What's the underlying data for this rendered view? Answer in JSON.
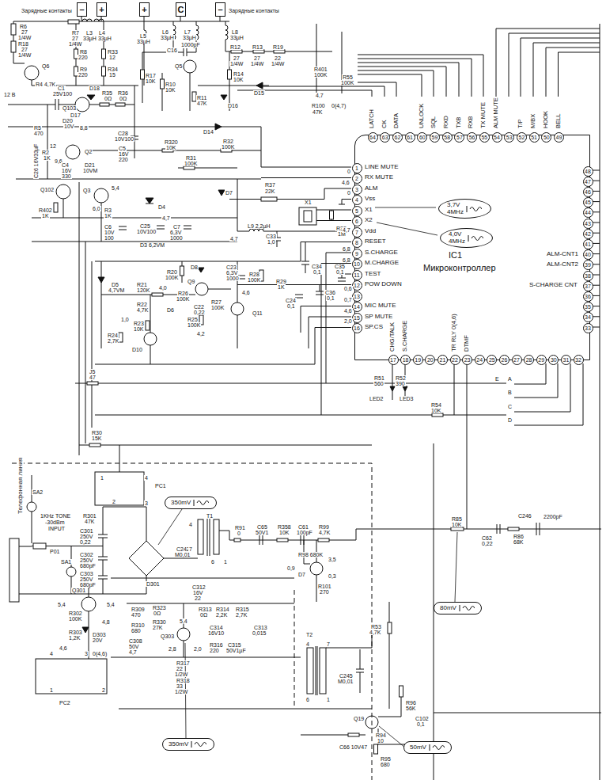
{
  "diagram": {
    "nodes": [
      {
        "text": [
          "–"
        ]
      },
      {
        "text": [
          "+"
        ]
      },
      {
        "text": [
          "+"
        ]
      },
      {
        "text": [
          "C"
        ]
      },
      {
        "text": [
          "–"
        ]
      },
      {
        "text": [
          "IC1",
          "Микроконтроллер"
        ]
      },
      {
        "text": [
          "3,7V",
          "4MHz"
        ],
        "in": 5
      },
      {
        "text": [
          "4,0V",
          "4MHz"
        ],
        "in": 5
      },
      {
        "text": [
          "1"
        ],
        "in": 5
      },
      {
        "text": [
          "2"
        ],
        "in": 5
      },
      {
        "text": [
          "3"
        ],
        "in": 5
      },
      {
        "text": [
          "4"
        ],
        "in": 5
      },
      {
        "text": [
          "5"
        ],
        "in": 5
      },
      {
        "text": [
          "6"
        ],
        "in": 5
      },
      {
        "text": [
          "7"
        ],
        "in": 5
      },
      {
        "text": [
          "8"
        ],
        "in": 5
      },
      {
        "text": [
          "9"
        ],
        "in": 5
      },
      {
        "text": [
          "10"
        ],
        "in": 5
      },
      {
        "text": [
          "11"
        ],
        "in": 5
      },
      {
        "text": [
          "12"
        ],
        "in": 5
      },
      {
        "text": [
          "13"
        ],
        "in": 5
      },
      {
        "text": [
          "14"
        ],
        "in": 5
      },
      {
        "text": [
          "15"
        ],
        "in": 5
      },
      {
        "text": [
          "16"
        ],
        "in": 5
      },
      {
        "text": [
          "17"
        ],
        "in": 5
      },
      {
        "text": [
          "18"
        ],
        "in": 5
      },
      {
        "text": [
          "19"
        ],
        "in": 5
      },
      {
        "text": [
          "20"
        ],
        "in": 5
      },
      {
        "text": [
          "21"
        ],
        "in": 5
      },
      {
        "text": [
          "22"
        ],
        "in": 5
      },
      {
        "text": [
          "23"
        ],
        "in": 5
      },
      {
        "text": [
          "24"
        ],
        "in": 5
      },
      {
        "text": [
          "25"
        ],
        "in": 5
      },
      {
        "text": [
          "26"
        ],
        "in": 5
      },
      {
        "text": [
          "27"
        ],
        "in": 5
      },
      {
        "text": [
          "28"
        ],
        "in": 5
      },
      {
        "text": [
          "29"
        ],
        "in": 5
      },
      {
        "text": [
          "30"
        ],
        "in": 5
      },
      {
        "text": [
          "31"
        ],
        "in": 5
      },
      {
        "text": [
          "32"
        ],
        "in": 5
      },
      {
        "text": [
          "33"
        ],
        "in": 5
      },
      {
        "text": [
          "34"
        ],
        "in": 5
      },
      {
        "text": [
          "35"
        ],
        "in": 5
      },
      {
        "text": [
          "36"
        ],
        "in": 5
      },
      {
        "text": [
          "37"
        ],
        "in": 5
      },
      {
        "text": [
          "38"
        ],
        "in": 5
      },
      {
        "text": [
          "39"
        ],
        "in": 5
      },
      {
        "text": [
          "40"
        ],
        "in": 5
      },
      {
        "text": [
          "41"
        ],
        "in": 5
      },
      {
        "text": [
          "42"
        ],
        "in": 5
      },
      {
        "text": [
          "43"
        ],
        "in": 5
      },
      {
        "text": [
          "44"
        ],
        "in": 5
      },
      {
        "text": [
          "45"
        ],
        "in": 5
      },
      {
        "text": [
          "46"
        ],
        "in": 5
      },
      {
        "text": [
          "47"
        ],
        "in": 5
      },
      {
        "text": [
          "48"
        ],
        "in": 5
      },
      {
        "text": [
          "49"
        ],
        "in": 5
      },
      {
        "text": [
          "50"
        ],
        "in": 5
      },
      {
        "text": [
          "51"
        ],
        "in": 5
      },
      {
        "text": [
          "52"
        ],
        "in": 5
      },
      {
        "text": [
          "53"
        ],
        "in": 5
      },
      {
        "text": [
          "54"
        ],
        "in": 5
      },
      {
        "text": [
          "55"
        ],
        "in": 5
      },
      {
        "text": [
          "56"
        ],
        "in": 5
      },
      {
        "text": [
          "57"
        ],
        "in": 5
      },
      {
        "text": [
          "58"
        ],
        "in": 5
      },
      {
        "text": [
          "59"
        ],
        "in": 5
      },
      {
        "text": [
          "60"
        ],
        "in": 5
      },
      {
        "text": [
          "61"
        ],
        "in": 5
      },
      {
        "text": [
          "62"
        ],
        "in": 5
      },
      {
        "text": [
          "63"
        ],
        "in": 5
      },
      {
        "text": [
          "64"
        ],
        "in": 5
      },
      {
        "text": [
          "350mV"
        ]
      },
      {
        "text": [
          "80mV"
        ]
      },
      {
        "text": [
          "350mV"
        ]
      },
      {
        "text": [
          "50mV"
        ]
      }
    ],
    "labels": [
      "Зарядные контакты",
      "Зарядные контакты",
      "R6",
      "27",
      "1/4W",
      "R18",
      "27",
      "1/4W",
      "R7",
      "27",
      "1/4W",
      "L3",
      "33µH",
      "L4",
      "33µH",
      "R8",
      "220",
      "R9",
      "220",
      "R33",
      "12",
      "R34",
      "15",
      "Q6",
      "R4 4,7K",
      "L5",
      "33µH",
      "L6",
      "33µH",
      "L7",
      "33µH",
      "C16",
      "1000pF",
      "Q5",
      "R17",
      "10K",
      "R10",
      "10K",
      "R11",
      "47K",
      "L8",
      "33µH",
      "R12",
      "R13",
      "R19",
      "27",
      "1/4W",
      "27",
      "1/4W",
      "22",
      "1/4W",
      "R14",
      "10K",
      "D15",
      "D16",
      "12 В",
      "C1",
      "25V100",
      "Q103",
      "D18",
      "R35",
      "0Ω",
      "R36",
      "0Ω",
      "D17",
      "D20",
      "10V",
      "R5",
      "470",
      "8,8",
      "12",
      "R2",
      "1K",
      "9,6",
      "Q2",
      "C4",
      "16V",
      "330",
      "D21",
      "10VM",
      "C26 16V33µF",
      "C28",
      "10V100",
      "C5",
      "16V",
      "220",
      "D14",
      "R320",
      "10K",
      "R31",
      "100K",
      "R32",
      "100K",
      "R401",
      "100K",
      "R55",
      "100K",
      "4,7",
      "R100",
      "0(4,7)",
      "47K",
      "Q102",
      "R402",
      "1K",
      "Q3",
      "5,4",
      "6,0",
      "D4",
      "D7",
      "R37",
      "22K",
      "X1",
      "R38",
      "1M",
      "L9 2,2µH",
      "C33",
      "1,0",
      "R3",
      "1K",
      "C6",
      "10V",
      "100",
      "C25",
      "10V100",
      "4,7",
      "C7",
      "6,3V",
      "1000",
      "D3 6,2VM",
      "4,7",
      "R20",
      "100K",
      "D8",
      "D5",
      "4,7VM",
      "R21",
      "120K",
      "4,0",
      "Q9",
      "R26",
      "100K",
      "C22",
      "0,22",
      "R22",
      "4,7K",
      "D6",
      "R27",
      "100K",
      "R23",
      "10K",
      "1,0",
      "R24",
      "2,7K",
      "D10",
      "R25",
      "100K",
      "4,2",
      "C23",
      "6,3V",
      "1000",
      "R28",
      "100K",
      "R29",
      "1K",
      "4,6",
      "Q11",
      "C24",
      "0,1",
      "C34",
      "0,1",
      "C35",
      "0,1",
      "C36",
      "0,1",
      "0",
      "4,6",
      "0",
      "4,7",
      "6,8",
      "6,8",
      "0,6",
      "0,7",
      "4,6",
      "2,0",
      "LINE MUTE",
      "RX MUTE",
      "ALM",
      "Vss",
      "X1",
      "X2",
      "Vdd",
      "RESET",
      "S.CHARGE",
      "M.CHARGE",
      "TEST",
      "POW DOWN",
      "MIC MUTE",
      "SP MUTE",
      "SP.CS",
      "LATCH",
      "CK",
      "DATA",
      "UNLOCK",
      "SQL",
      "RXD",
      "TXB",
      "RXB",
      "TX MUTE",
      "ALM MUTE",
      "T/P",
      "M/BX",
      "HOOK",
      "BELL",
      "CHG/TALK",
      "S.CHARGE",
      "TR RLY 0(4,6)",
      "DTMF",
      "ALM-CNT1",
      "ALM-CNT2",
      "S-CHARGE CNT",
      "R51",
      "560",
      "R52",
      "390",
      "LED2",
      "LED3",
      "J5",
      "47",
      "R54",
      "10K",
      "R30",
      "15K",
      "E",
      "A",
      "B",
      "C",
      "D",
      "PC1",
      "1",
      "2",
      "3",
      "4",
      "R301",
      "47K",
      "1KHz TONE",
      "-30dBm",
      "INPUT",
      "C301",
      "250V",
      "0,22",
      "C302",
      "250V",
      "680pF",
      "C303",
      "250V",
      "680pF",
      "SA2",
      "SA1",
      "P01",
      "Телефонная линия",
      "D301",
      "C242",
      "M0,01",
      "T1",
      "4",
      "7",
      "6",
      "1",
      "R91",
      "0",
      "C65",
      "50V1",
      "R358",
      "10K",
      "C61",
      "100pF",
      "R99",
      "4,7K",
      "R98 680K",
      "0,9",
      "3,5",
      "D7",
      "R101",
      "270",
      "0,3",
      "R85",
      "10K",
      "C62",
      "0,22",
      "C246",
      "2200pF",
      "R86",
      "68K",
      "C312",
      "16V",
      "22",
      "Q301",
      "5,4",
      "5,4",
      "R302",
      "100K",
      "4,8",
      "R303",
      "1,2K",
      "4,6",
      "D303",
      "20V",
      "3",
      "0(4,6)",
      "4",
      "1",
      "2",
      "PC2",
      "R309",
      "470",
      "R310",
      "680",
      "C308",
      "50V",
      "4,7",
      "R323",
      "0Ω",
      "R330",
      "27K",
      "5,4",
      "Q303",
      "2,8",
      "2,0",
      "R313",
      "0Ω",
      "R314",
      "2,2K",
      "R315",
      "2,7K",
      "C314",
      "16V10",
      "C313",
      "0,015",
      "R316",
      "220",
      "C315",
      "50V1µF",
      "R317",
      "22",
      "1/2W",
      "R318",
      "33",
      "1/2W",
      "T2",
      "4",
      "7",
      "6",
      "1",
      "C245",
      "M0,01",
      "R53",
      "4,7K",
      "R96",
      "56K",
      "C102",
      "0,1",
      "R94",
      "10",
      "C66 10V47",
      "Q19",
      "R95",
      "680"
    ]
  }
}
